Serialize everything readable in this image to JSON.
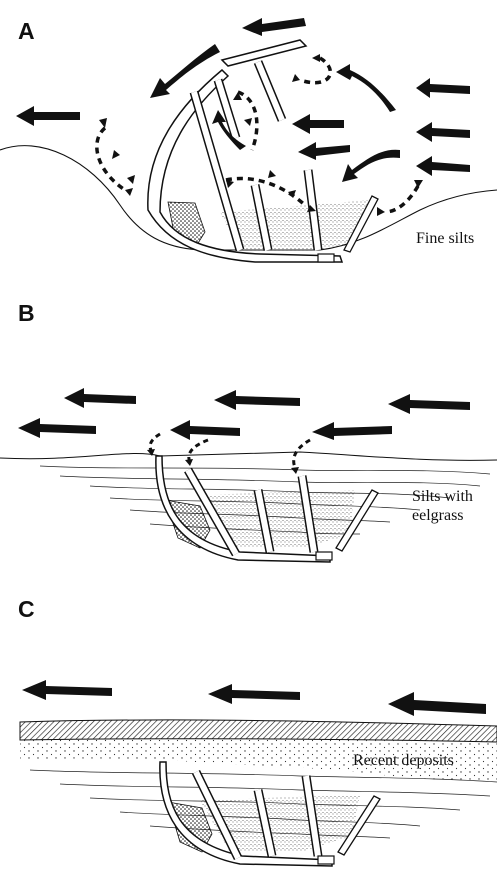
{
  "panels": [
    {
      "letter": "A",
      "label": "Fine silts"
    },
    {
      "letter": "B",
      "label_line1": "Silts with",
      "label_line2": "eelgrass"
    },
    {
      "letter": "C",
      "label": "Recent deposits"
    }
  ],
  "colors": {
    "ink": "#111111",
    "fill": "#ffffff",
    "background": "#ffffff"
  }
}
